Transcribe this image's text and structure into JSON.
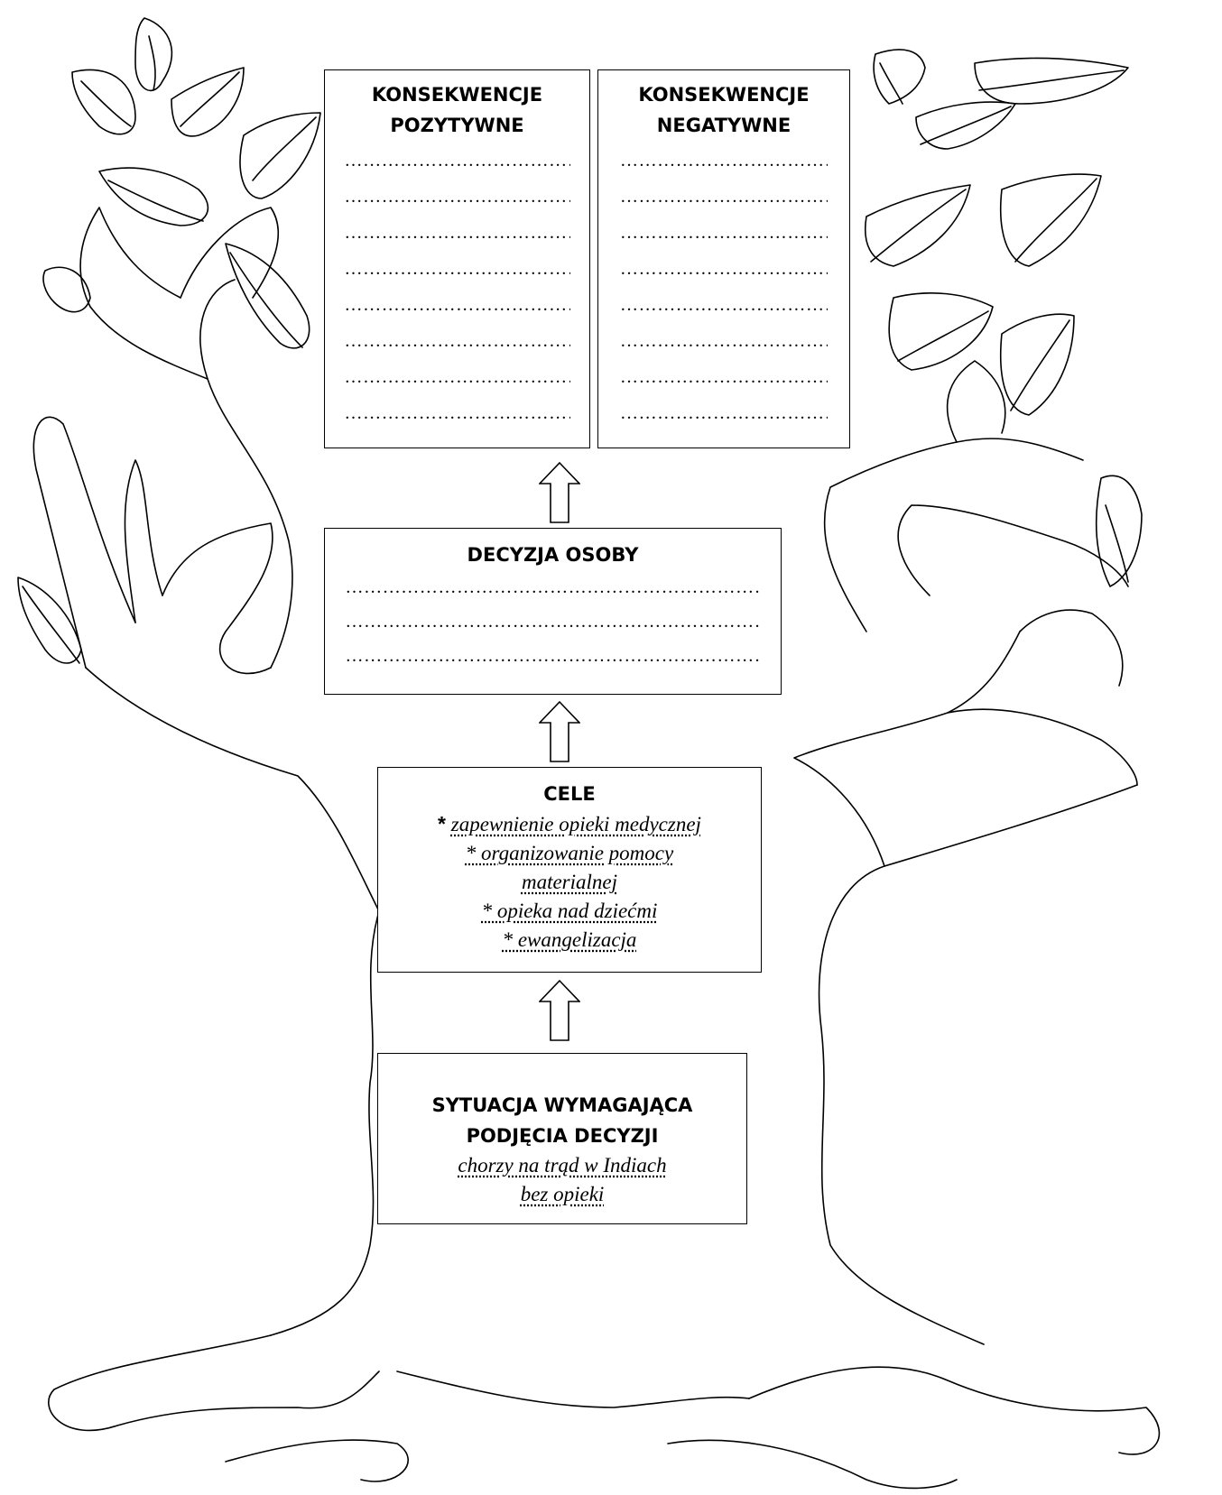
{
  "consequences_positive": {
    "title_line1": "KONSEKWENCJE",
    "title_line2": "POZYTYWNE",
    "dotted_lines": [
      "……………………………………",
      "……………………………………",
      "……………………………………",
      "……………………………………",
      "……………………………………",
      "……………………………………",
      "……………………………………",
      "……………………………………"
    ]
  },
  "consequences_negative": {
    "title_line1": "KONSEKWENCJE",
    "title_line2": "NEGATYWNE",
    "dotted_lines": [
      "………………………………",
      "………………………………",
      "………………………………",
      "………………………………",
      "………………………………",
      "………………………………",
      "………………………………",
      "………………………………"
    ]
  },
  "decision": {
    "title": "DECYZJA OSOBY",
    "dotted_lines": [
      "……………………………………………………………",
      "……………………………………………………………",
      "……………………………………………………………"
    ]
  },
  "goals": {
    "title": "CELE",
    "bullet": "*",
    "items": [
      "zapewnienie opieki medycznej",
      "* organizowanie pomocy",
      "materialnej",
      "* opieka nad dziećmi",
      "* ewangelizacja"
    ]
  },
  "situation": {
    "title_line1": "SYTUACJA WYMAGAJĄCA",
    "title_line2": "PODJĘCIA DECYZJI",
    "text_line1": "chorzy na trąd w Indiach",
    "text_line2": "bez opieki"
  }
}
